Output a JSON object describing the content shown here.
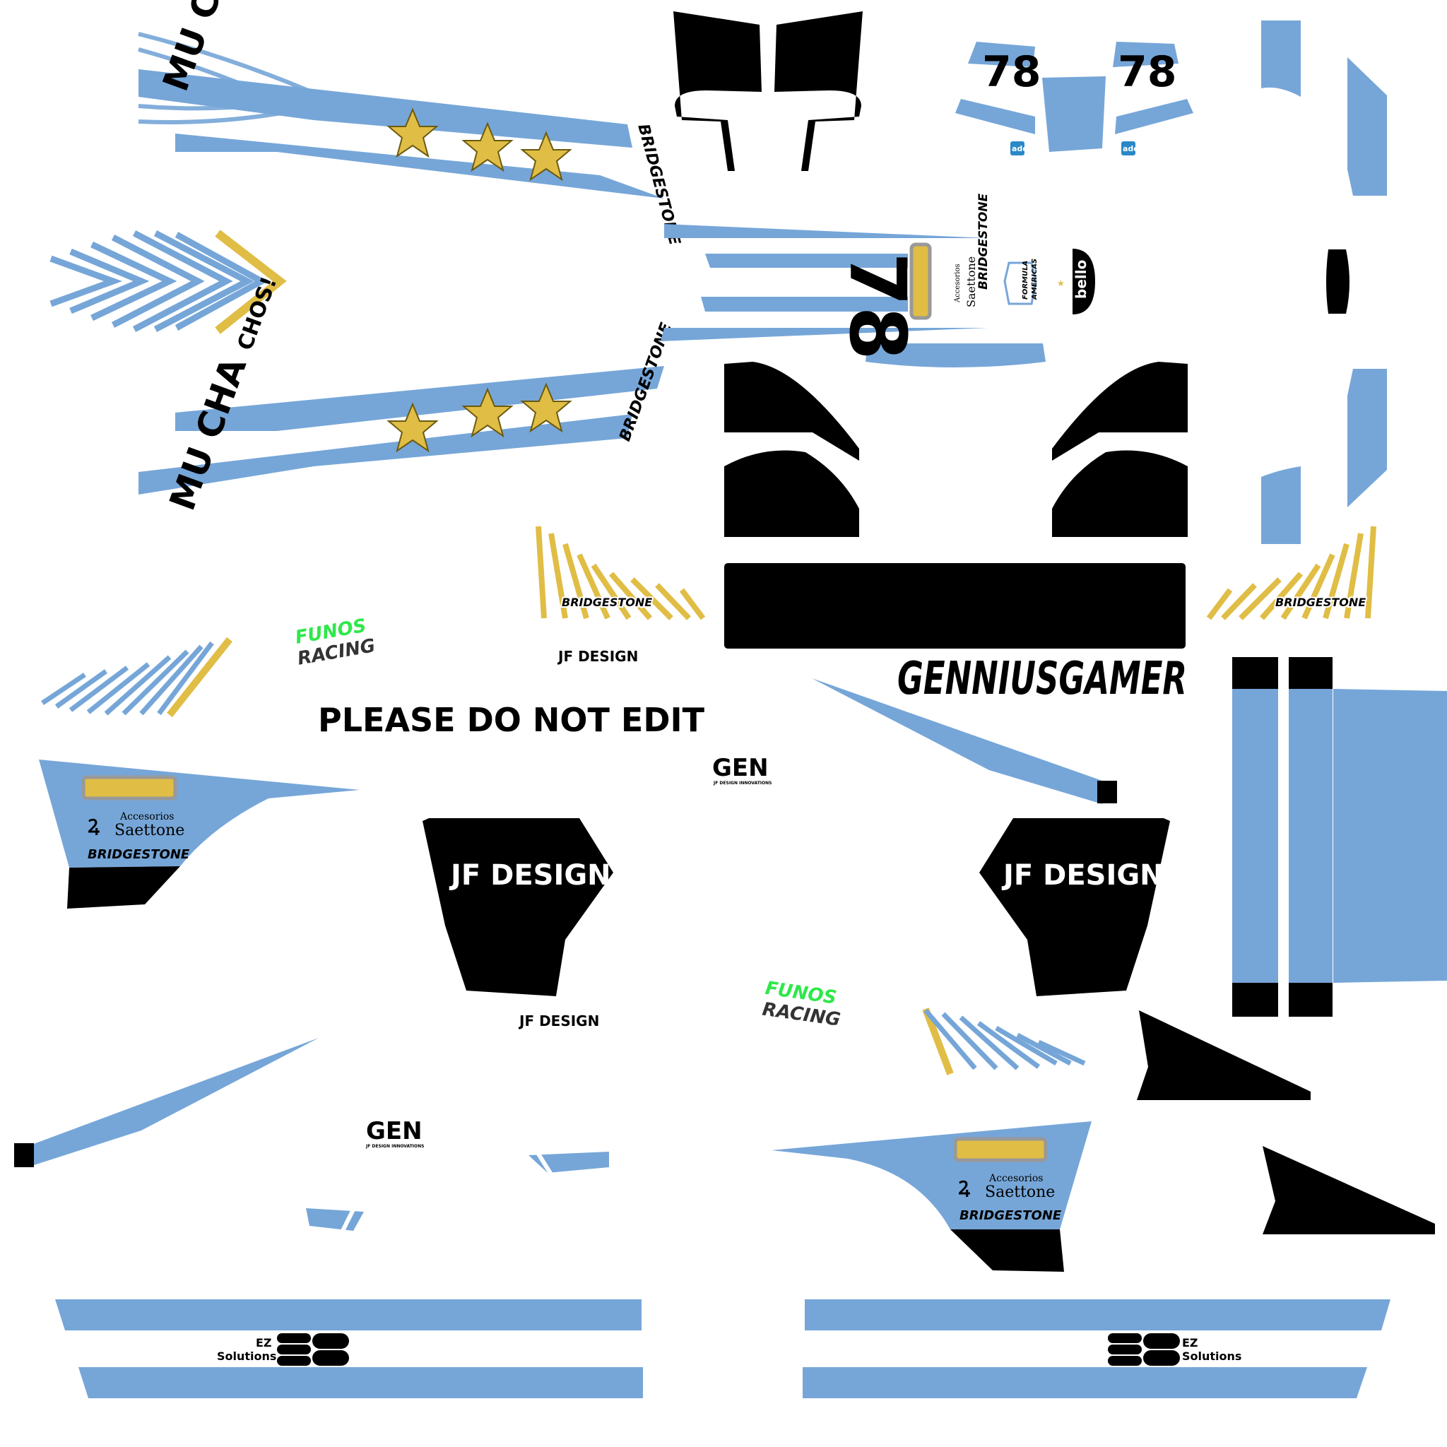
{
  "colors": {
    "blue": "#76a6d8",
    "gold": "#e0bd45",
    "black": "#000000",
    "green": "#2ee84a"
  },
  "livery": {
    "slogan_line1": "MU",
    "slogan_line2": "CHA",
    "slogan_line3": "CHOS!",
    "car_number": "78",
    "sponsor_bridgestone": "BRIDGESTONE",
    "warning": "PLEASE DO NOT EDIT",
    "driver_name": "GENNIUSGAMER",
    "designer": "JF DESIGN",
    "team_line1": "FUNOS",
    "team_line2": "RACING",
    "gen_logo": "GEN",
    "gen_sub": "JF DESIGN INNOVATIONS",
    "saettone_small": "Accesorios",
    "saettone_big": "Saettone",
    "ez_line1": "EZ",
    "ez_line2": "Solutions",
    "series_line1": "FORMULA",
    "series_line2": "AMERICAS",
    "bello": "bello",
    "ado": "ado"
  }
}
